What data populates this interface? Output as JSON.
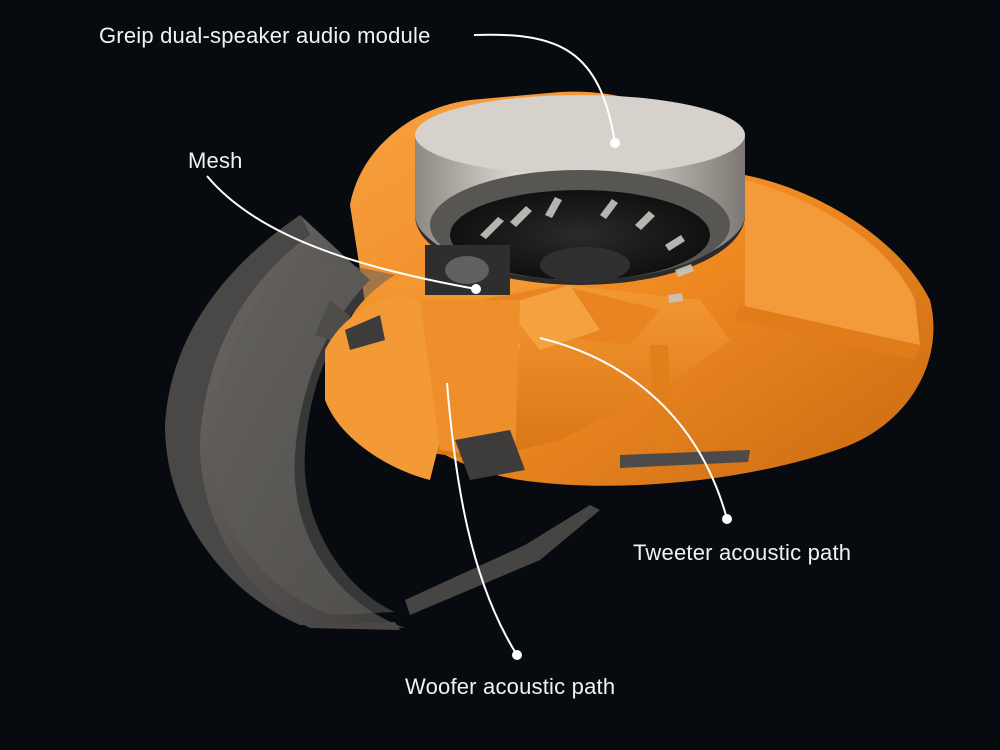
{
  "callouts": {
    "audio_module": "Greip dual-speaker audio module",
    "mesh": "Mesh",
    "tweeter_path": "Tweeter acoustic path",
    "woofer_path": "Woofer acoustic path"
  },
  "colors": {
    "background": "#070b10",
    "shell_orange": "#f28c28",
    "eartip_gray": "#5a5856",
    "speaker_metal": "#bdb8b2",
    "leader_line": "#ffffff"
  }
}
